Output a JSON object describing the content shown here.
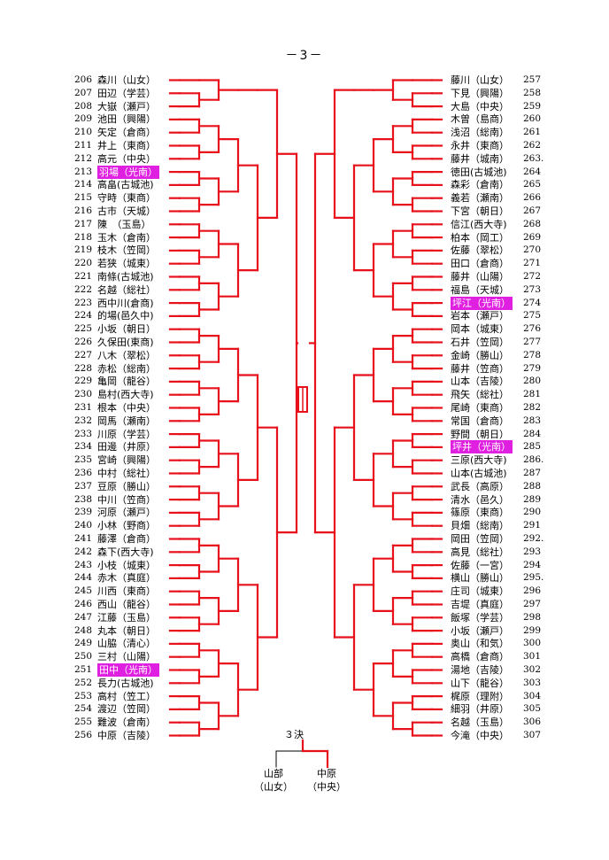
{
  "page_label": "－3－",
  "left": [
    {
      "num": "206",
      "name": "森川（山女）"
    },
    {
      "num": "207",
      "name": "田辺（学芸）"
    },
    {
      "num": "208",
      "name": "大嶽（瀬戸）"
    },
    {
      "num": "209",
      "name": "池田（興陽）"
    },
    {
      "num": "210",
      "name": "矢定（倉商）"
    },
    {
      "num": "211",
      "name": "井上（東商）"
    },
    {
      "num": "212",
      "name": "高元（中央）"
    },
    {
      "num": "213",
      "name": "羽場（光南）",
      "hl": true
    },
    {
      "num": "214",
      "name": "高畠(古城池)"
    },
    {
      "num": "215",
      "name": "守時（東商）"
    },
    {
      "num": "216",
      "name": "古市（天城）"
    },
    {
      "num": "217",
      "name": "陳　（玉島）"
    },
    {
      "num": "218",
      "name": "玉木（倉南）"
    },
    {
      "num": "219",
      "name": "枝木（笠岡）"
    },
    {
      "num": "220",
      "name": "若狭（城東）"
    },
    {
      "num": "221",
      "name": "南條(古城池)"
    },
    {
      "num": "222",
      "name": "名越（総社）"
    },
    {
      "num": "223",
      "name": "西中川(倉商)"
    },
    {
      "num": "224",
      "name": "的場(邑久中)"
    },
    {
      "num": "225",
      "name": "小坂（朝日）"
    },
    {
      "num": "226",
      "name": "久保田(東商)"
    },
    {
      "num": "227",
      "name": "八木（翠松）"
    },
    {
      "num": "228",
      "name": "赤松（総南）"
    },
    {
      "num": "229",
      "name": "亀岡（龍谷）"
    },
    {
      "num": "230",
      "name": "島村(西大寺)"
    },
    {
      "num": "231",
      "name": "根本（中央）"
    },
    {
      "num": "232",
      "name": "岡馬（瀬南）"
    },
    {
      "num": "233",
      "name": "川原（学芸）"
    },
    {
      "num": "234",
      "name": "田邊（井原）"
    },
    {
      "num": "235",
      "name": "宮崎（興陽）"
    },
    {
      "num": "236",
      "name": "中村（総社）"
    },
    {
      "num": "237",
      "name": "豆原（勝山）"
    },
    {
      "num": "238",
      "name": "中川（笠商）"
    },
    {
      "num": "239",
      "name": "河原（瀬戸）"
    },
    {
      "num": "240",
      "name": "小林（野商）"
    },
    {
      "num": "241",
      "name": "藤澤（倉商）"
    },
    {
      "num": "242",
      "name": "森下(西大寺)"
    },
    {
      "num": "243",
      "name": "小枝（城東）"
    },
    {
      "num": "244",
      "name": "赤木（真庭）"
    },
    {
      "num": "245",
      "name": "川西（東商）"
    },
    {
      "num": "246",
      "name": "西山（龍谷）"
    },
    {
      "num": "247",
      "name": "江藤（玉島）"
    },
    {
      "num": "248",
      "name": "丸本（朝日）"
    },
    {
      "num": "249",
      "name": "山脇（清心）"
    },
    {
      "num": "250",
      "name": "三村（山陽）"
    },
    {
      "num": "251",
      "name": "田中（光南）",
      "hl": true
    },
    {
      "num": "252",
      "name": "長力(古城池)"
    },
    {
      "num": "253",
      "name": "高村（笠工）"
    },
    {
      "num": "254",
      "name": "渡辺（笠岡）"
    },
    {
      "num": "255",
      "name": "難波（倉南）"
    },
    {
      "num": "256",
      "name": "中原（吉陵）"
    }
  ],
  "right": [
    {
      "num": "257",
      "name": "藤川（山女）"
    },
    {
      "num": "258",
      "name": "下見（興陽）"
    },
    {
      "num": "259",
      "name": "大島（中央）"
    },
    {
      "num": "260",
      "name": "木曽（島商）"
    },
    {
      "num": "261",
      "name": "浅沼（総南）"
    },
    {
      "num": "262",
      "name": "永井（東商）"
    },
    {
      "num": "263.",
      "name": "藤井（城南）"
    },
    {
      "num": "264",
      "name": "徳田(古城池)"
    },
    {
      "num": "265",
      "name": "森彩（倉南）"
    },
    {
      "num": "266",
      "name": "義若（瀬南）"
    },
    {
      "num": "267",
      "name": "下宮（朝日）"
    },
    {
      "num": "268",
      "name": "信江(西大寺)"
    },
    {
      "num": "269",
      "name": "柏本（岡工）"
    },
    {
      "num": "270",
      "name": "佐藤（翠松）"
    },
    {
      "num": "271",
      "name": "田口（倉商）"
    },
    {
      "num": "272",
      "name": "藤井（山陽）"
    },
    {
      "num": "273",
      "name": "福島（天城）"
    },
    {
      "num": "274",
      "name": "坪江（光南）",
      "hl": true
    },
    {
      "num": "275",
      "name": "岩本（瀬戸）"
    },
    {
      "num": "276",
      "name": "岡本（城東）"
    },
    {
      "num": "277",
      "name": "石井（笠岡）"
    },
    {
      "num": "278",
      "name": "金崎（勝山）"
    },
    {
      "num": "279",
      "name": "藤井（笠商）"
    },
    {
      "num": "280",
      "name": "山本（吉陵）"
    },
    {
      "num": "281",
      "name": "飛矢（総社）"
    },
    {
      "num": "282",
      "name": "尾崎（東商）"
    },
    {
      "num": "283",
      "name": "常国（倉商）"
    },
    {
      "num": "284",
      "name": "野間（朝日）"
    },
    {
      "num": "285",
      "name": "坪井（光南）",
      "hl": true
    },
    {
      "num": "286.",
      "name": "三原(西大寺)"
    },
    {
      "num": "287",
      "name": "山本(古城池)"
    },
    {
      "num": "288",
      "name": "武長（高原）"
    },
    {
      "num": "289",
      "name": "清水（邑久）"
    },
    {
      "num": "290",
      "name": "篠原（東商）"
    },
    {
      "num": "291",
      "name": "貝畑（総南）"
    },
    {
      "num": "292.",
      "name": "岡田（笠岡）"
    },
    {
      "num": "293",
      "name": "高見（総社）"
    },
    {
      "num": "294",
      "name": "佐藤（一宮）"
    },
    {
      "num": "295.",
      "name": "横山（勝山）"
    },
    {
      "num": "296",
      "name": "庄司（城東）"
    },
    {
      "num": "297",
      "name": "吉堤（真庭）"
    },
    {
      "num": "298",
      "name": "飯塚（学芸）"
    },
    {
      "num": "299",
      "name": "小坂（瀬戸）"
    },
    {
      "num": "300",
      "name": "奥山（和気）"
    },
    {
      "num": "301",
      "name": "高橋（倉商）"
    },
    {
      "num": "302",
      "name": "湯地（吉陵）"
    },
    {
      "num": "303",
      "name": "山下（龍谷）"
    },
    {
      "num": "304",
      "name": "梶原（理附）"
    },
    {
      "num": "305",
      "name": "細羽（井原）"
    },
    {
      "num": "306",
      "name": "名越（玉島）"
    },
    {
      "num": "307",
      "name": "今滝（中央）"
    }
  ],
  "third_place": {
    "label": "３決",
    "player1": {
      "name": "山部",
      "school": "（山女）"
    },
    "player2": {
      "name": "中原",
      "school": "（中央）"
    }
  },
  "colors": {
    "bracket_line": "#e8101a",
    "plain_line": "#000000",
    "highlight": "#e020e0"
  }
}
